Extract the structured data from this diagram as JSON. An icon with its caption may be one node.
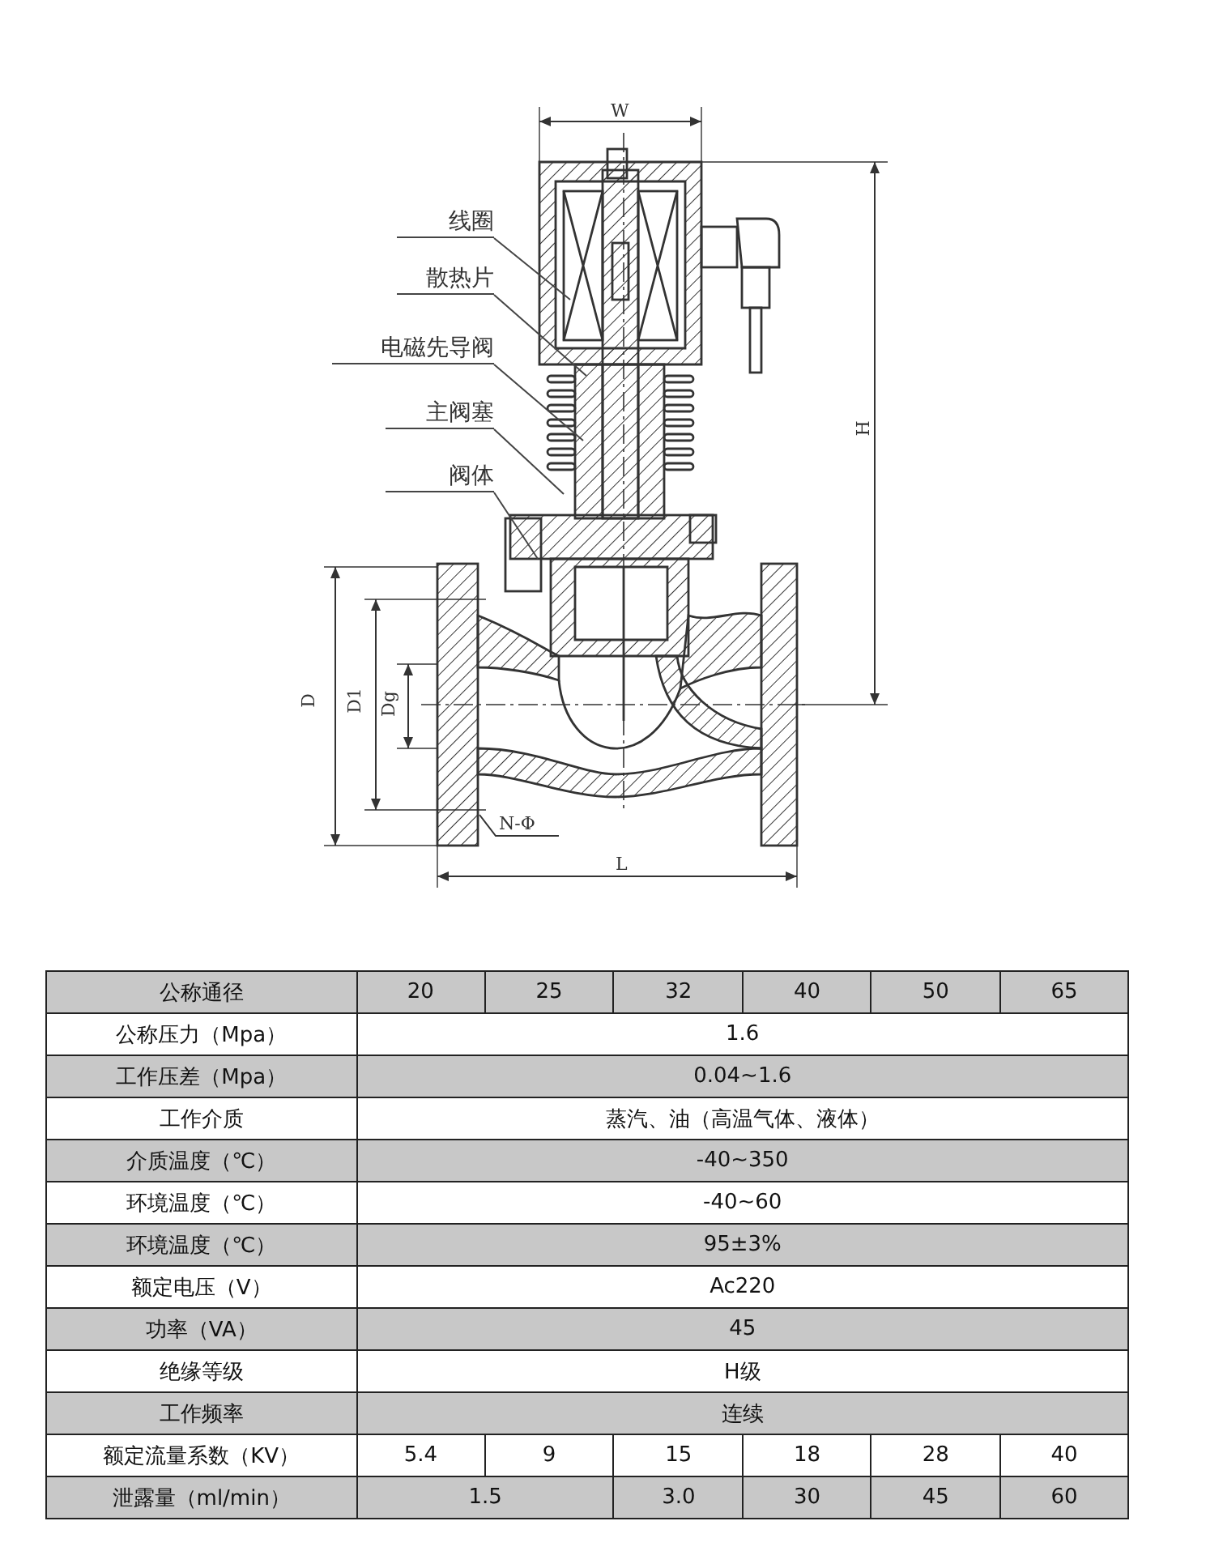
{
  "diagram": {
    "nodes": [
      {
        "text": [
          "线圈"
        ]
      },
      {
        "text": [
          "散热片"
        ]
      },
      {
        "text": [
          "电磁先导阀"
        ]
      },
      {
        "text": [
          "主阀塞"
        ]
      },
      {
        "text": [
          "阀体"
        ]
      }
    ],
    "edges": [
      {
        "from": 0,
        "to": null,
        "arrow": "none"
      },
      {
        "from": 1,
        "to": null,
        "arrow": "none"
      },
      {
        "from": 2,
        "to": null,
        "arrow": "none"
      },
      {
        "from": 3,
        "to": null,
        "arrow": "none"
      },
      {
        "from": 4,
        "to": null,
        "arrow": "none"
      }
    ],
    "labels": [
      "W",
      "H",
      "D",
      "D1",
      "Dg",
      "N-Φ",
      "L",
      "公称通径",
      "20",
      "25",
      "32",
      "40",
      "50",
      "65",
      "公称压力（Mpa）",
      "1.6",
      "工作压差（Mpa）",
      "0.04~1.6",
      "工作介质",
      "蒸汽、油（高温气体、液体）",
      "介质温度（℃）",
      "-40~350",
      "环境温度（℃）",
      "-40~60",
      "环境温度（℃）",
      "95±3%",
      "额定电压（V）",
      "Ac220",
      "功率（VA）",
      "45",
      "绝缘等级",
      "H级",
      "工作频率",
      "连续",
      "额定流量系数（KV）",
      "5.4",
      "9",
      "15",
      "18",
      "28",
      "40",
      "泄露量（ml/min）",
      "1.5",
      "3.0",
      "30",
      "45",
      "60"
    ]
  }
}
